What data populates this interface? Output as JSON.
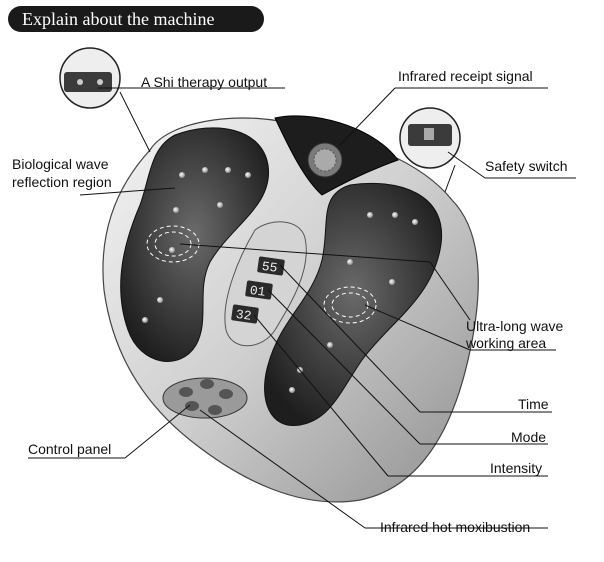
{
  "title": "Explain about the machine",
  "labels": {
    "ashi_output": "A Shi therapy output",
    "infrared_signal": "Infrared receipt signal",
    "bio_wave_line1": "Biological wave",
    "bio_wave_line2": "reflection region",
    "safety_switch": "Safety switch",
    "ultra_wave_line1": "Ultra-long wave",
    "ultra_wave_line2": "working area",
    "time": "Time",
    "mode": "Mode",
    "control_panel": "Control panel",
    "intensity": "Intensity",
    "infrared_moxibustion": "Infrared hot moxibustion"
  },
  "display": {
    "time_value": "55",
    "mode_value": "01",
    "intensity_value": "32"
  }
}
